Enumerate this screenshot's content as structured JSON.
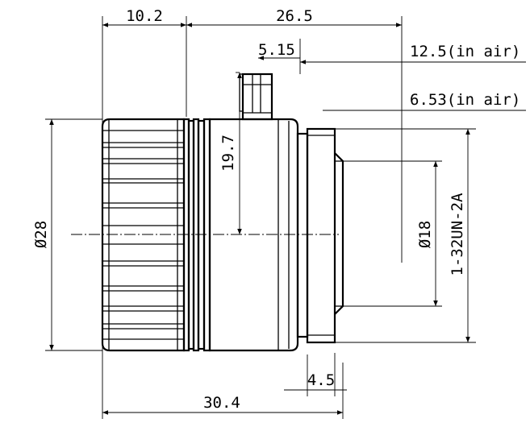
{
  "dimensions": {
    "top_left": "10.2",
    "top_right": "26.5",
    "flange_small": "5.15",
    "back_focal_air": "12.5(in air)",
    "flange_focal_air": "6.53(in air)",
    "lock_height": "19.7",
    "outer_diameter": "Ø28",
    "inner_diameter": "Ø18",
    "thread": "1-32UN-2A",
    "mount_length": "4.5",
    "total_length": "30.4"
  }
}
